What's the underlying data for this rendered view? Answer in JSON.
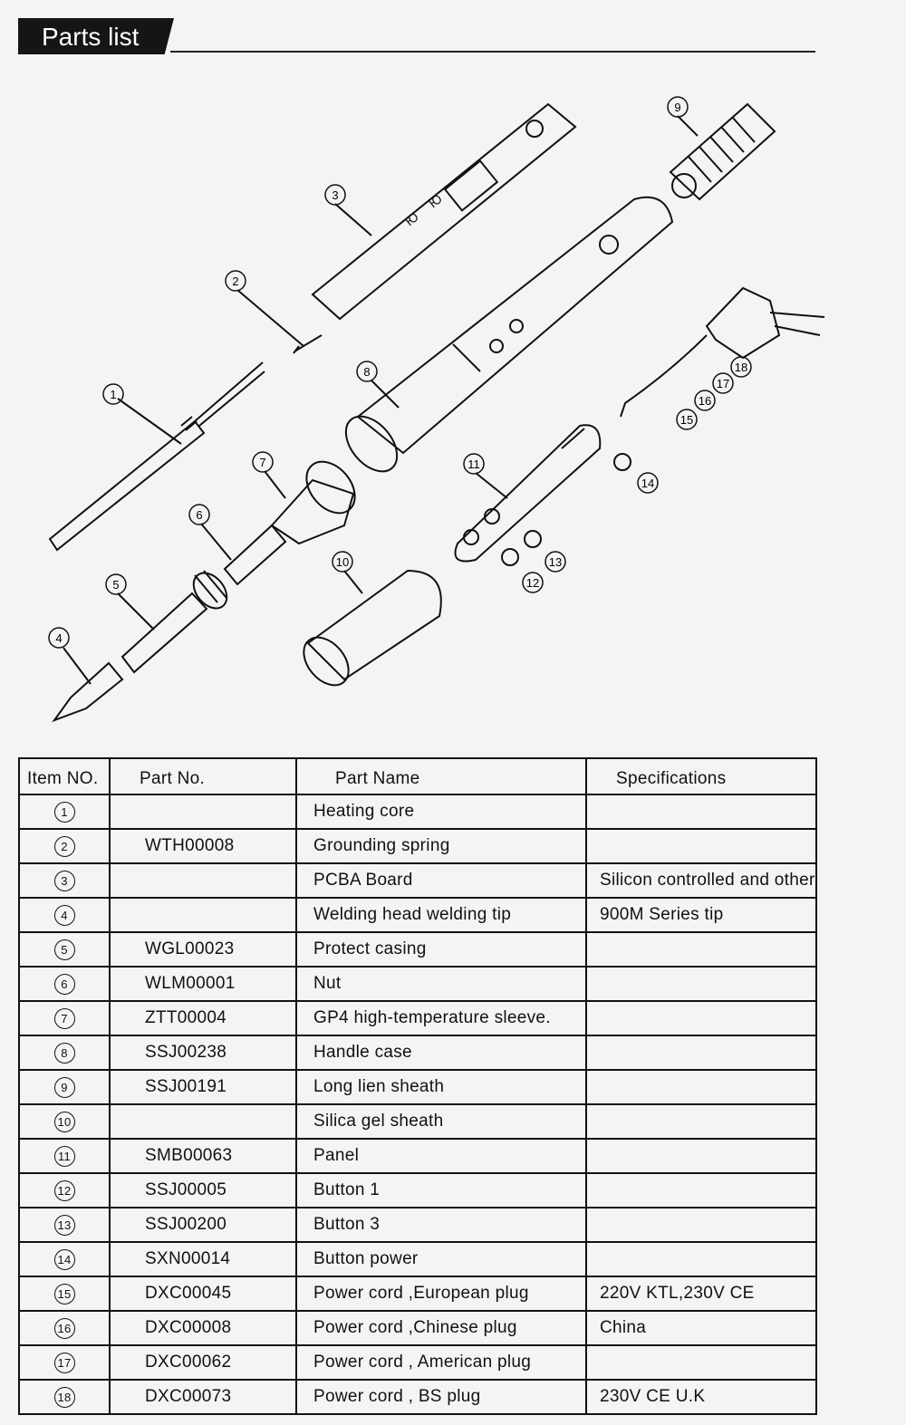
{
  "page_title": "Parts list",
  "table": {
    "headers": {
      "item_no": "Item NO.",
      "part_no": "Part No.",
      "part_name": "Part Name",
      "specifications": "Specifications"
    },
    "rows": [
      {
        "item": "1",
        "part_no": "",
        "part_name": "Heating core",
        "spec": ""
      },
      {
        "item": "2",
        "part_no": "WTH00008",
        "part_name": "Grounding spring",
        "spec": ""
      },
      {
        "item": "3",
        "part_no": "",
        "part_name": "PCBA Board",
        "spec": "Silicon controlled and other parts"
      },
      {
        "item": "4",
        "part_no": "",
        "part_name": "Welding head welding tip",
        "spec": "900M Series tip"
      },
      {
        "item": "5",
        "part_no": "WGL00023",
        "part_name": "Protect casing",
        "spec": ""
      },
      {
        "item": "6",
        "part_no": "WLM00001",
        "part_name": "Nut",
        "spec": ""
      },
      {
        "item": "7",
        "part_no": "ZTT00004",
        "part_name": "GP4 high-temperature sleeve.",
        "spec": ""
      },
      {
        "item": "8",
        "part_no": "SSJ00238",
        "part_name": "Handle case",
        "spec": ""
      },
      {
        "item": "9",
        "part_no": "SSJ00191",
        "part_name": "Long lien sheath",
        "spec": ""
      },
      {
        "item": "10",
        "part_no": "",
        "part_name": "Silica gel sheath",
        "spec": ""
      },
      {
        "item": "11",
        "part_no": "SMB00063",
        "part_name": "Panel",
        "spec": ""
      },
      {
        "item": "12",
        "part_no": "SSJ00005",
        "part_name": "Button 1",
        "spec": ""
      },
      {
        "item": "13",
        "part_no": "SSJ00200",
        "part_name": "Button 3",
        "spec": ""
      },
      {
        "item": "14",
        "part_no": "SXN00014",
        "part_name": "Button power",
        "spec": ""
      },
      {
        "item": "15",
        "part_no": "DXC00045",
        "part_name": "Power cord ,European plug",
        "spec": "220V KTL,230V CE"
      },
      {
        "item": "16",
        "part_no": "DXC00008",
        "part_name": "Power cord ,Chinese plug",
        "spec": "China"
      },
      {
        "item": "17",
        "part_no": "DXC00062",
        "part_name": "Power cord , American plug",
        "spec": ""
      },
      {
        "item": "18",
        "part_no": "DXC00073",
        "part_name": "Power cord , BS plug",
        "spec": "230V CE U.K"
      }
    ]
  },
  "diagram": {
    "callouts": [
      "1",
      "2",
      "3",
      "4",
      "5",
      "6",
      "7",
      "8",
      "9",
      "10",
      "11",
      "12",
      "13",
      "14",
      "15",
      "16",
      "17",
      "18"
    ]
  },
  "colors": {
    "ink": "#111111",
    "paper": "#f4f4f2",
    "tab": "#151515"
  }
}
